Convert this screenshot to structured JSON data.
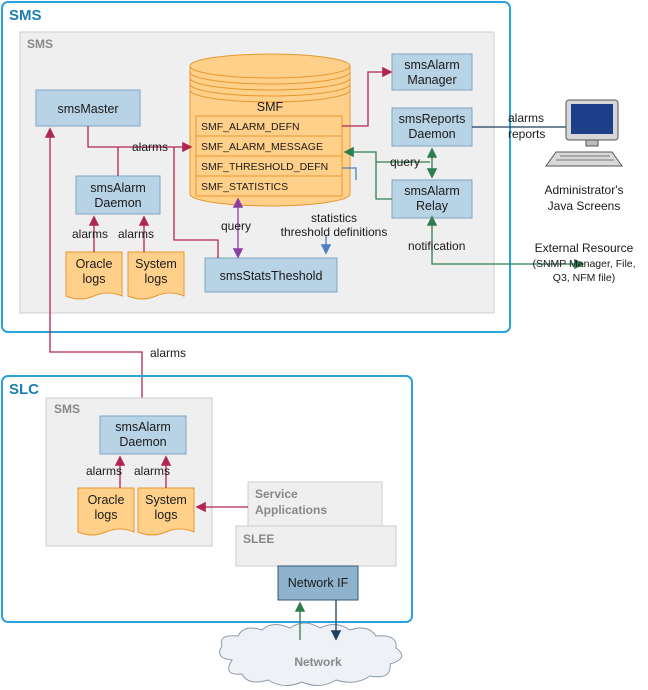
{
  "sms_region": {
    "title": "SMS",
    "inner_title": "SMS"
  },
  "slc_region": {
    "title": "SLC",
    "inner_title": "SMS"
  },
  "boxes": {
    "sms_master": "smsMaster",
    "alarm_daemon": [
      "smsAlarm",
      "Daemon"
    ],
    "alarm_manager": [
      "smsAlarm",
      "Manager"
    ],
    "reports_daemon": [
      "smsReports",
      "Daemon"
    ],
    "alarm_relay": [
      "smsAlarm",
      "Relay"
    ],
    "stats_threshold": "smsStatsTheshold",
    "slc_alarm_daemon": [
      "smsAlarm",
      "Daemon"
    ],
    "service_applications": [
      "Service",
      "Applications"
    ],
    "slee": "SLEE",
    "network_if": "Network IF",
    "network": "Network"
  },
  "database": {
    "name": "SMF",
    "tables": [
      "SMF_ALARM_DEFN",
      "SMF_ALARM_MESSAGE",
      "SMF_THRESHOLD_DEFN",
      "SMF_STATISTICS"
    ]
  },
  "logs": {
    "oracle": [
      "Oracle",
      "logs"
    ],
    "system": [
      "System",
      "logs"
    ],
    "slc_oracle": [
      "Oracle",
      "logs"
    ],
    "slc_system": [
      "System",
      "logs"
    ]
  },
  "labels": {
    "alarms_master": "alarms",
    "alarms_oracle": "alarms",
    "alarms_system": "alarms",
    "query_stats": "query",
    "statistics": [
      "statistics",
      "threshold definitions"
    ],
    "query_relay": "query",
    "notification": "notification",
    "alarms_reports": [
      "alarms",
      "reports"
    ],
    "alarms_slc": "alarms",
    "alarms_slc_oracle": "alarms",
    "alarms_slc_system": "alarms"
  },
  "external": {
    "admin": [
      "Administrator's",
      "Java Screens"
    ],
    "resource_title": "External Resource",
    "resource_detail": [
      "(SNMP Manager, File,",
      "Q3, NFM file)"
    ]
  },
  "colors": {
    "region_border": "#29a3d9",
    "box_fill": "#b8d3e6",
    "box_stroke": "#7fa5c2",
    "db_fill": "#ffd08a",
    "db_stroke": "#e8962e",
    "alarm_line": "#b0264f",
    "query_line": "#8a3fa0",
    "green_line": "#2e7d4f",
    "blue_line": "#4a7fc0",
    "dark_line": "#1e3f5c"
  }
}
